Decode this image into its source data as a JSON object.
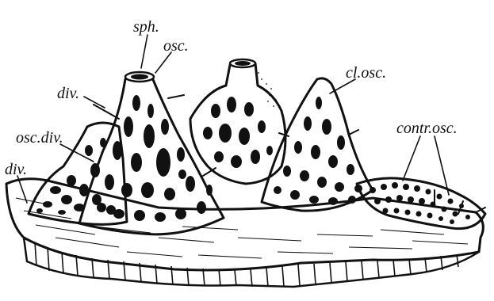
{
  "labels": {
    "sph": "sph.",
    "osc_top": "osc.",
    "div_upper": "div.",
    "osc_div": "osc.div.",
    "div_lower": "div.",
    "cl_osc": "cl.osc.",
    "contr_osc": "contr.osc."
  },
  "colors": {
    "ink": "#111111",
    "paper": "#ffffff"
  }
}
